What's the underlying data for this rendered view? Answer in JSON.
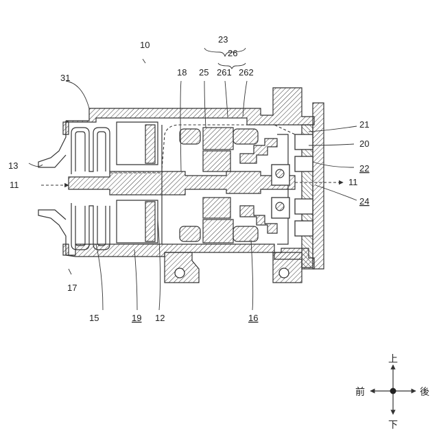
{
  "labels": {
    "l10": "10",
    "l23": "23",
    "l26": "26",
    "l31": "31",
    "l18": "18",
    "l25": "25",
    "l261": "261",
    "l262": "262",
    "l21": "21",
    "l20": "20",
    "l22": "22",
    "l13": "13",
    "l11a": "11",
    "l11b": "11",
    "l24": "24",
    "l17": "17",
    "l15": "15",
    "l19": "19",
    "l12": "12",
    "l16": "16"
  },
  "directions": {
    "up": "上",
    "down": "下",
    "front": "前",
    "back": "後"
  }
}
